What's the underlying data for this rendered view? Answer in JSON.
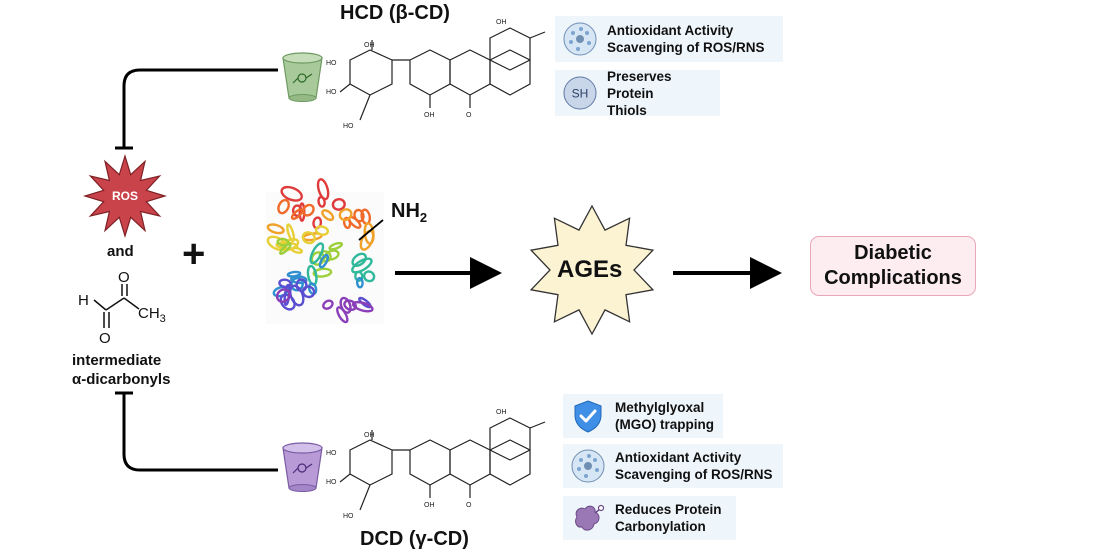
{
  "hcd": {
    "title": "HCD (β-CD)",
    "cards": [
      {
        "icon": "antioxidant-icon",
        "text": "Antioxidant Activity\nScavenging of ROS/RNS"
      },
      {
        "icon": "sh-thiol-icon",
        "icon_text": "SH",
        "text": "Preserves Protein\nThiols"
      }
    ],
    "cd_color": "#a8c99a"
  },
  "dcd": {
    "title": "DCD (γ-CD)",
    "cards": [
      {
        "icon": "shield-check-icon",
        "text": "Methylglyoxal\n(MGO) trapping"
      },
      {
        "icon": "antioxidant-icon",
        "text": "Antioxidant Activity\nScavenging of ROS/RNS"
      },
      {
        "icon": "protein-carbonyl-icon",
        "text": "Reduces Protein\nCarbonylation"
      }
    ],
    "cd_color": "#b79ad6"
  },
  "left": {
    "ros": "ROS",
    "and": "and",
    "h_atom": "H",
    "o_atom": "O",
    "ch3": "CH",
    "ch3_sub": "3",
    "intermediate": "intermediate",
    "dicarbonyls": "α-dicarbonyls"
  },
  "center": {
    "plus": "+",
    "nh2": "NH",
    "nh2_sub": "2",
    "ages": "AGEs",
    "diabetic": "Diabetic\nComplications"
  },
  "chem": {
    "oh": "OH",
    "ho": "HO",
    "o": "O"
  },
  "colors": {
    "ros_fill": "#c8434a",
    "ages_fill": "#fbf3d2",
    "diabetic_fill": "#fdecf0",
    "card_bg": "#eef5fb"
  }
}
